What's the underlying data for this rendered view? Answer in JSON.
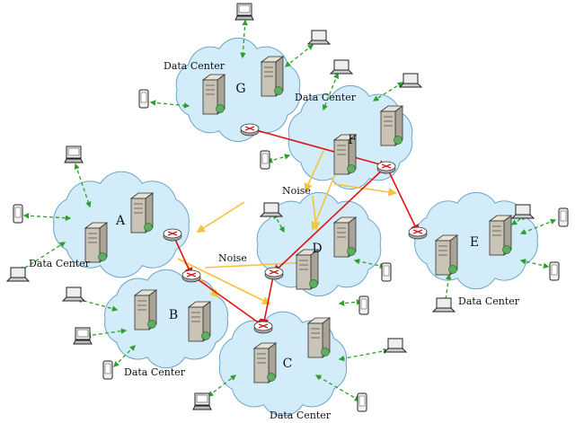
{
  "colors": {
    "cloud_fill": "#d3ecf9",
    "cloud_stroke": "#6aa3c8",
    "route": "#e01414",
    "noise": "#f7c23c",
    "link": "#2aa12a",
    "router": "#d21e1e",
    "server": "#c9c4b5"
  },
  "clouds": [
    {
      "letter": "A"
    },
    {
      "letter": "B"
    },
    {
      "letter": "C"
    },
    {
      "letter": "D"
    },
    {
      "letter": "E"
    },
    {
      "letter": "F"
    },
    {
      "letter": "G"
    }
  ],
  "dc_labels": [
    {
      "text": "Data Center"
    },
    {
      "text": "Data Center"
    },
    {
      "text": "Data Center"
    },
    {
      "text": "Data Center"
    },
    {
      "text": "Data Center"
    },
    {
      "text": "Data Center"
    }
  ],
  "noise_labels": [
    {
      "text": "Noise"
    },
    {
      "text": "Noise"
    }
  ],
  "icons": {
    "server": "server-icon",
    "router": "router-icon",
    "laptop": "laptop-icon",
    "desktop": "desktop-pc-icon",
    "phone": "phone-icon"
  }
}
